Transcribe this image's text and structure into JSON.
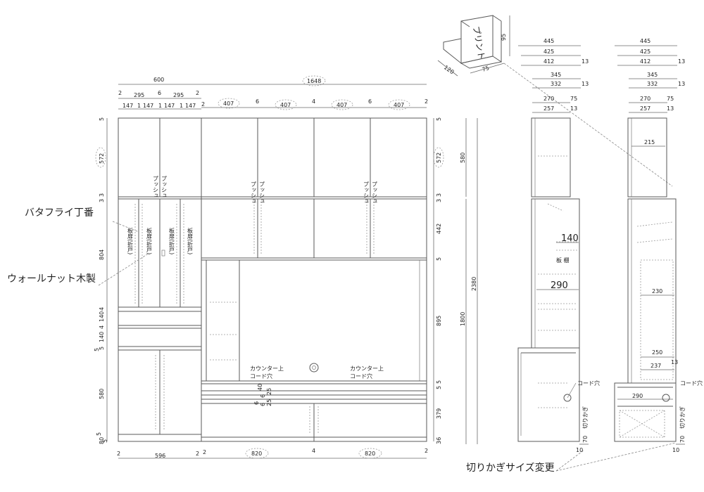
{
  "labels": {
    "butterfly": "バタフライ丁番",
    "walnut": "ウォールナット木製",
    "print": "プリント",
    "notch": "切りかぎサイズ変更",
    "push": "プッシュ",
    "itado1": "板扉(折戸)",
    "itado2": "板扉(折戸)",
    "itado3": "板扉(折戸)",
    "itado4": "板扉(折戸)",
    "counter1a": "カウンター上",
    "counter1b": "コード穴",
    "counter2a": "カウンター上",
    "counter2b": "コード穴",
    "tanaita": "板 棚",
    "cord1": "コード穴",
    "cord2": "コード穴",
    "kirikagi": "切りかぎ"
  },
  "top_dims": {
    "d600": "600",
    "d1648": "1648",
    "d2a": "2",
    "d295a": "295",
    "d6a": "6",
    "d295b": "295",
    "d2b": "2",
    "d147a": "147",
    "d1a": "1",
    "d147b": "147",
    "d1b": "1",
    "d147c": "147",
    "d1c": "1",
    "d147d": "147",
    "d2c": "2",
    "d407a": "407",
    "d6b": "6",
    "d407b": "407",
    "d4a": "4",
    "d407c": "407",
    "d6c": "6",
    "d407d": "407",
    "d2d": "2"
  },
  "bottom_dims": {
    "b2a": "2",
    "b596": "596",
    "b2b": "2",
    "b2c": "2",
    "b820a": "820",
    "b4": "4",
    "b820b": "820",
    "b2d": "2"
  },
  "left_dims": {
    "l5a": "5",
    "l572": "572",
    "l3a": "3",
    "l3b": "3",
    "l804": "804",
    "l4a": "4",
    "l140a": "140",
    "l4b": "4",
    "l5b": "5",
    "l140b": "140",
    "l5c": "5",
    "l580": "580",
    "l5d": "5",
    "l80": "80",
    "l5e": "5"
  },
  "right_dims": {
    "r5a": "5",
    "r572": "572",
    "r3a": "3",
    "r3b": "3",
    "r442": "442",
    "r5b": "5",
    "r895": "895",
    "r5c": "5",
    "r5d": "5",
    "r379": "379",
    "r36": "36",
    "r580": "580",
    "r2380": "2380",
    "r1800": "1800"
  },
  "center_dims": {
    "c6a": "6",
    "c6b": "6",
    "c40": "40",
    "c25a": "25",
    "c6c": "6",
    "c25b": "25"
  },
  "print_dims": {
    "p95": "95",
    "p120": "120",
    "p75": "75"
  },
  "side1": {
    "s445": "445",
    "s425": "425",
    "s412": "412",
    "s13a": "13",
    "s345": "345",
    "s332": "332",
    "s13b": "13",
    "s270": "270",
    "s75": "75",
    "s257": "257",
    "s13c": "13",
    "s140": "140",
    "s290": "290",
    "s70": "70",
    "s10": "10"
  },
  "side2": {
    "s445": "445",
    "s425": "425",
    "s412": "412",
    "s13a": "13",
    "s345": "345",
    "s332": "332",
    "s13b": "13",
    "s270": "270",
    "s75": "75",
    "s257": "257",
    "s13c": "13",
    "s215": "215",
    "s230": "230",
    "s250": "250",
    "s237": "237",
    "s13d": "13",
    "s290": "290",
    "s70": "70",
    "s10": "10"
  }
}
